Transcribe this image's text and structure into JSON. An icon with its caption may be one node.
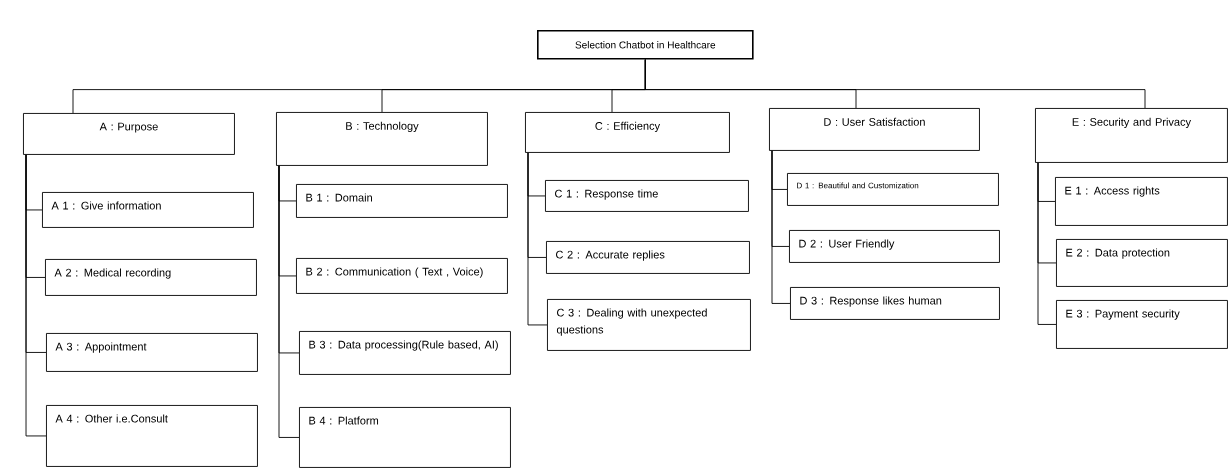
{
  "diagram": {
    "nodes": [
      {
        "text": [
          "Selection Chatbot in Healthcare"
        ]
      },
      {
        "text": [
          "A : Purpose"
        ]
      },
      {
        "text": [
          "A 1 : Give information"
        ]
      },
      {
        "text": [
          "A 2 : Medical recording"
        ]
      },
      {
        "text": [
          "A 3 : Appointment"
        ]
      },
      {
        "text": [
          "A 4 : Other i.e.Consult"
        ]
      },
      {
        "text": [
          "B : Technology"
        ]
      },
      {
        "text": [
          "B 1 : Domain"
        ]
      },
      {
        "text": [
          "B 2 : Communication ( Text , Voice)"
        ]
      },
      {
        "text": [
          "B 3 :  Data processing(Rule based, AI)"
        ]
      },
      {
        "text": [
          "B 4 : Platform"
        ]
      },
      {
        "text": [
          "C : Efficiency"
        ]
      },
      {
        "text": [
          "C 1 : Response time"
        ]
      },
      {
        "text": [
          "C 2 : Accurate replies"
        ]
      },
      {
        "text": [
          "C 3 : Dealing with unexpected questions"
        ]
      },
      {
        "text": [
          "D : User Satisfaction"
        ]
      },
      {
        "text": [
          "D 1 : Beautiful and Customization"
        ]
      },
      {
        "text": [
          "D 2 : User Friendly"
        ]
      },
      {
        "text": [
          "D 3 : Response likes human"
        ]
      },
      {
        "text": [
          "E :  Security and Privacy"
        ]
      },
      {
        "text": [
          "E 1 : Access rights"
        ]
      },
      {
        "text": [
          "E 2 : Data protection"
        ]
      },
      {
        "text": [
          "E 3 : Payment security"
        ]
      }
    ],
    "edges": [
      {
        "from": 0,
        "to": 1,
        "arrow": "none"
      },
      {
        "from": 0,
        "to": 6,
        "arrow": "none"
      },
      {
        "from": 0,
        "to": 11,
        "arrow": "none"
      },
      {
        "from": 0,
        "to": 15,
        "arrow": "none"
      },
      {
        "from": 0,
        "to": 19,
        "arrow": "none"
      },
      {
        "from": 1,
        "to": 2,
        "arrow": "none"
      },
      {
        "from": 1,
        "to": 3,
        "arrow": "none"
      },
      {
        "from": 1,
        "to": 4,
        "arrow": "none"
      },
      {
        "from": 1,
        "to": 5,
        "arrow": "none"
      },
      {
        "from": 6,
        "to": 7,
        "arrow": "none"
      },
      {
        "from": 6,
        "to": 8,
        "arrow": "none"
      },
      {
        "from": 6,
        "to": 9,
        "arrow": "none"
      },
      {
        "from": 6,
        "to": 10,
        "arrow": "none"
      },
      {
        "from": 11,
        "to": 12,
        "arrow": "none"
      },
      {
        "from": 11,
        "to": 13,
        "arrow": "none"
      },
      {
        "from": 11,
        "to": 14,
        "arrow": "none"
      },
      {
        "from": 15,
        "to": 16,
        "arrow": "none"
      },
      {
        "from": 15,
        "to": 17,
        "arrow": "none"
      },
      {
        "from": 15,
        "to": 18,
        "arrow": "none"
      },
      {
        "from": 19,
        "to": 20,
        "arrow": "none"
      },
      {
        "from": 19,
        "to": 21,
        "arrow": "none"
      },
      {
        "from": 19,
        "to": 22,
        "arrow": "none"
      }
    ]
  }
}
